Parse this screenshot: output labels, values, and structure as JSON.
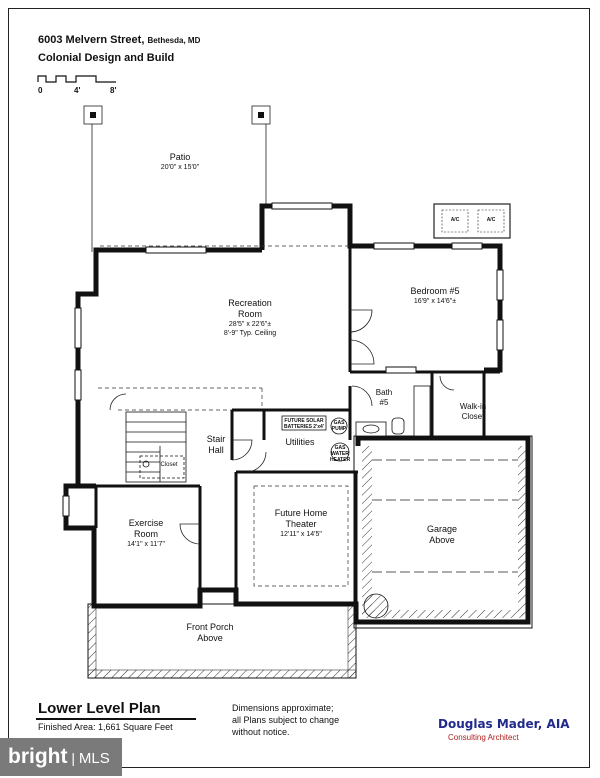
{
  "header": {
    "address": "6003 Melvern Street,",
    "city": "Bethesda, MD",
    "builder": "Colonial Design and Build"
  },
  "scale": {
    "labels": [
      "0",
      "4'",
      "8'"
    ]
  },
  "rooms": {
    "patio": {
      "name": "Patio",
      "dims": "20'0\" x 15'0\""
    },
    "recreation": {
      "name1": "Recreation",
      "name2": "Room",
      "dims": "28'5\" x 22'6\"±",
      "ceiling": "8'-9\" Typ. Ceiling"
    },
    "bedroom": {
      "name": "Bedroom #5",
      "dims": "16'9\" x 14'6\"±"
    },
    "bath": {
      "name1": "Bath",
      "name2": "#5"
    },
    "walkin": {
      "name1": "Walk-in",
      "name2": "Closet"
    },
    "stair": {
      "name1": "Stair",
      "name2": "Hall"
    },
    "utilities": {
      "name": "Utilities"
    },
    "closet": {
      "name": "Closet"
    },
    "solar": {
      "line1": "FUTURE SOLAR",
      "line2": "BATTERIES 2'x4'"
    },
    "ac": {
      "label": "A/C"
    },
    "water_heater": {
      "line1": "GAS",
      "line2": "WATER",
      "line3": "HEATER"
    },
    "sump": {
      "line1": "GAS",
      "line2": "PUMP"
    },
    "exercise": {
      "name1": "Exercise",
      "name2": "Room",
      "dims": "14'1\" x 11'7\""
    },
    "theater": {
      "name1": "Future Home",
      "name2": "Theater",
      "dims": "12'11\" x 14'5\""
    },
    "garage": {
      "name1": "Garage",
      "name2": "Above"
    },
    "porch": {
      "name1": "Front Porch",
      "name2": "Above"
    }
  },
  "footer": {
    "plan_title": "Lower Level Plan",
    "finished_area": "Finished Area: 1,661 Square Feet",
    "disclaimer1": "Dimensions approximate;",
    "disclaimer2": "all Plans subject to change",
    "disclaimer3": "without notice.",
    "architect": "Douglas Mader, AIA",
    "architect_sub": "Consulting Architect"
  },
  "watermark": {
    "brand": "bright",
    "suffix": "MLS"
  }
}
